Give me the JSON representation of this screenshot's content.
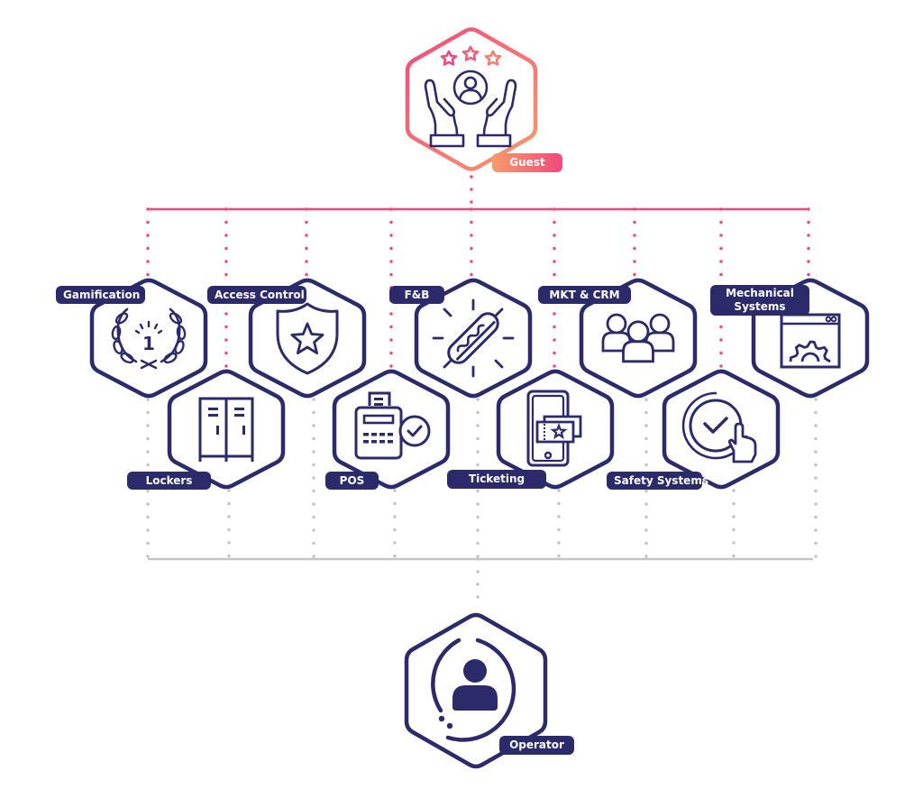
{
  "colors": {
    "navy": "#2b2a6b",
    "pink": "#ef4a7b",
    "orange": "#f79b6b",
    "gray_connector": "#c4c4c4",
    "background": "#ffffff"
  },
  "top_node": {
    "label": "Guest",
    "icon": "hands-holding-user-with-stars-icon"
  },
  "bottom_node": {
    "label": "Operator",
    "icon": "user-in-circle-icon"
  },
  "systems": [
    {
      "id": "gamification",
      "label": "Gamification",
      "icon": "laurel-wreath-number-one-icon",
      "row": "upper"
    },
    {
      "id": "lockers",
      "label": "Lockers",
      "icon": "locker-icon",
      "row": "lower"
    },
    {
      "id": "access-control",
      "label": "Access Control",
      "icon": "shield-star-icon",
      "row": "upper"
    },
    {
      "id": "pos",
      "label": "POS",
      "icon": "cash-register-check-icon",
      "row": "lower"
    },
    {
      "id": "fnb",
      "label": "F&B",
      "icon": "hot-dog-icon",
      "row": "upper"
    },
    {
      "id": "ticketing",
      "label": "Ticketing",
      "icon": "phone-ticket-icon",
      "row": "lower"
    },
    {
      "id": "mkt-crm",
      "label": "MKT & CRM",
      "icon": "user-group-icon",
      "row": "upper"
    },
    {
      "id": "safety-systems",
      "label": "Safety Systems",
      "icon": "check-circle-touch-icon",
      "row": "lower"
    },
    {
      "id": "mechanical-systems",
      "label": "Mechanical Systems",
      "label_lines": [
        "Mechanical",
        "Systems"
      ],
      "icon": "browser-gear-icon",
      "row": "upper"
    }
  ],
  "gamification_digit": "1"
}
